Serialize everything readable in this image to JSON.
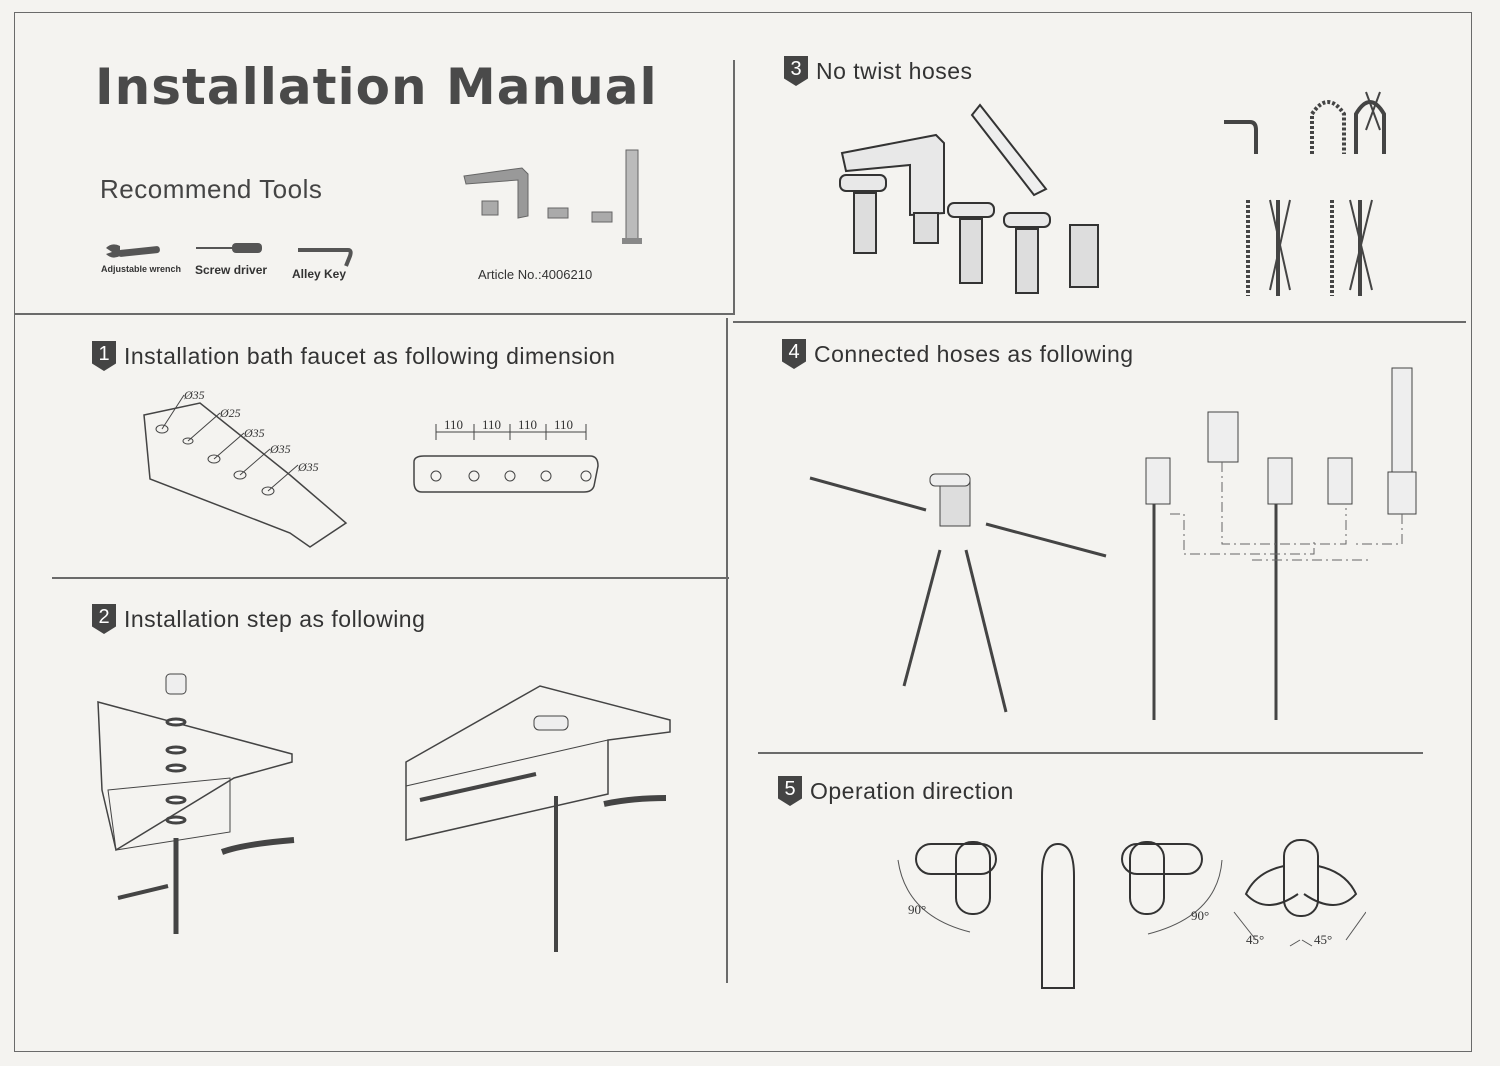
{
  "header": {
    "title": "Installation Manual",
    "subtitle": "Recommend Tools"
  },
  "tools": [
    {
      "label": "Adjustable wrench",
      "icon": "wrench-icon"
    },
    {
      "label": "Screw driver",
      "icon": "screwdriver-icon"
    },
    {
      "label": "Alley Key",
      "icon": "allen-key-icon"
    }
  ],
  "article": "Article No.:4006210",
  "sections": [
    {
      "num": "1",
      "title": "Installation bath faucet as following dimension"
    },
    {
      "num": "2",
      "title": "Installation step as following"
    },
    {
      "num": "3",
      "title": "No twist hoses"
    },
    {
      "num": "4",
      "title": "Connected hoses as following"
    },
    {
      "num": "5",
      "title": "Operation direction"
    }
  ],
  "dimensions": {
    "holes": [
      "Ø35",
      "Ø25",
      "Ø35",
      "Ø35",
      "Ø35"
    ],
    "spacing": [
      "110",
      "110",
      "110",
      "110"
    ]
  },
  "angles": [
    "90°",
    "90°",
    "45°",
    "45°"
  ]
}
